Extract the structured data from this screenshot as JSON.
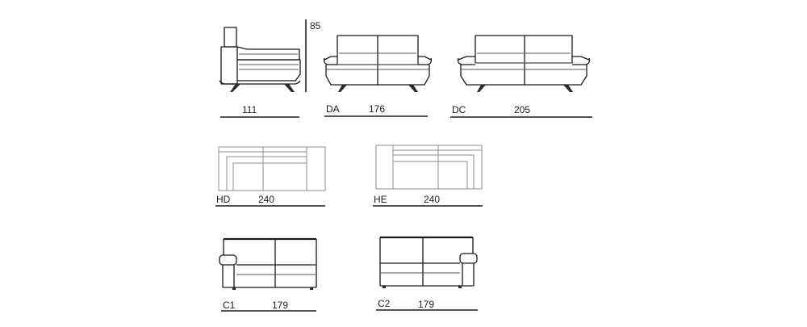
{
  "height_label": "85",
  "models": [
    {
      "code": "",
      "dimension": "111",
      "view": "side"
    },
    {
      "code": "DA",
      "dimension": "176",
      "view": "front"
    },
    {
      "code": "DC",
      "dimension": "205",
      "view": "front"
    },
    {
      "code": "HD",
      "dimension": "240",
      "view": "top"
    },
    {
      "code": "HE",
      "dimension": "240",
      "view": "top"
    },
    {
      "code": "C1",
      "dimension": "179",
      "view": "front"
    },
    {
      "code": "C2",
      "dimension": "179",
      "view": "front"
    }
  ]
}
